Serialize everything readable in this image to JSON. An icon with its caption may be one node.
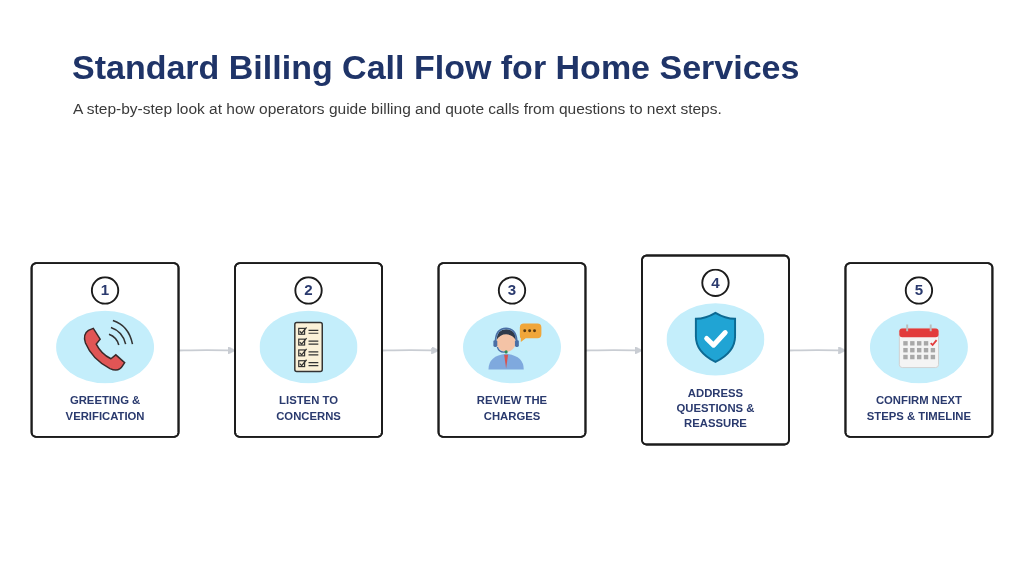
{
  "diagram": {
    "title": "Standard Billing Call Flow for Home Services",
    "nodes": [
      {
        "text": [
          "1",
          "GREETING & VERIFICATION"
        ]
      },
      {
        "text": [
          "2",
          "LISTEN TO CONCERNS"
        ]
      },
      {
        "text": [
          "3",
          "REVIEW THE CHARGES"
        ]
      },
      {
        "text": [
          "4",
          "ADDRESS QUESTIONS & REASSURE"
        ]
      },
      {
        "text": [
          "5",
          "CONFIRM NEXT STEPS & TIMELINE"
        ]
      }
    ],
    "edges": [
      {
        "from": 0,
        "to": 1,
        "arrow": "to"
      },
      {
        "from": 1,
        "to": 2,
        "arrow": "to"
      },
      {
        "from": 2,
        "to": 3,
        "arrow": "to"
      },
      {
        "from": 3,
        "to": 4,
        "arrow": "to"
      }
    ],
    "labels": [
      "A step-by-step look at how operators guide billing and quote calls from questions to next steps."
    ]
  }
}
